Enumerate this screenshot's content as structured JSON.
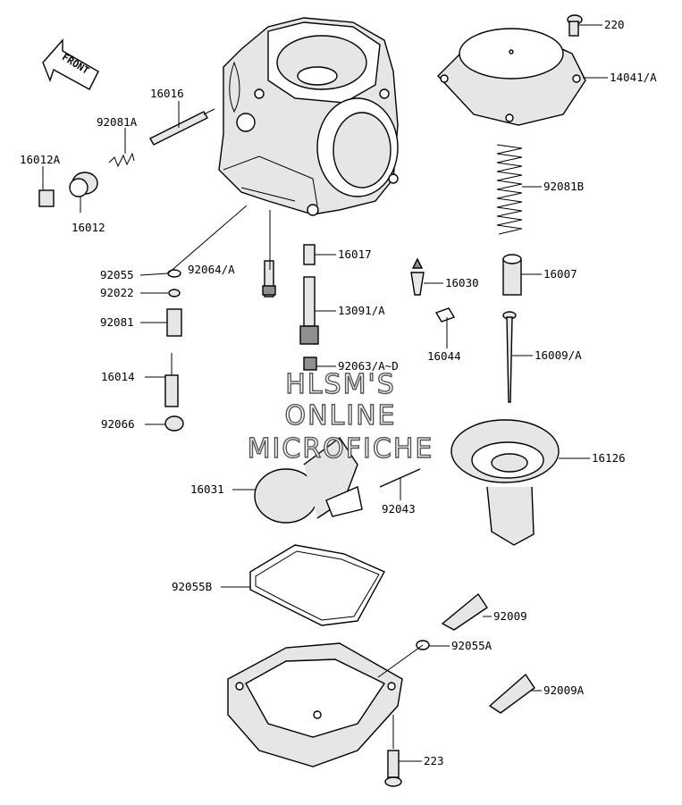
{
  "front_arrow": {
    "label": "FRONT"
  },
  "watermark": {
    "lines": [
      "HLSM'S",
      "ONLINE",
      "MICROFICHE"
    ]
  },
  "parts": [
    {
      "id": "220",
      "label": "220"
    },
    {
      "id": "14041A",
      "label": "14041/A"
    },
    {
      "id": "16016",
      "label": "16016"
    },
    {
      "id": "92081A",
      "label": "92081A"
    },
    {
      "id": "16012A",
      "label": "16012A"
    },
    {
      "id": "16012",
      "label": "16012"
    },
    {
      "id": "92081B",
      "label": "92081B"
    },
    {
      "id": "16017",
      "label": "16017"
    },
    {
      "id": "92055",
      "label": "92055"
    },
    {
      "id": "92064A",
      "label": "92064/A"
    },
    {
      "id": "16030",
      "label": "16030"
    },
    {
      "id": "16007",
      "label": "16007"
    },
    {
      "id": "92022",
      "label": "92022"
    },
    {
      "id": "13091A",
      "label": "13091/A"
    },
    {
      "id": "92081",
      "label": "92081"
    },
    {
      "id": "16044",
      "label": "16044"
    },
    {
      "id": "16009A",
      "label": "16009/A"
    },
    {
      "id": "16014",
      "label": "16014"
    },
    {
      "id": "92063AD",
      "label": "92063/A~D"
    },
    {
      "id": "92066",
      "label": "92066"
    },
    {
      "id": "16126",
      "label": "16126"
    },
    {
      "id": "16031",
      "label": "16031"
    },
    {
      "id": "92043",
      "label": "92043"
    },
    {
      "id": "92055B",
      "label": "92055B"
    },
    {
      "id": "92009",
      "label": "92009"
    },
    {
      "id": "92055A",
      "label": "92055A"
    },
    {
      "id": "92009A",
      "label": "92009A"
    },
    {
      "id": "223",
      "label": "223"
    }
  ]
}
